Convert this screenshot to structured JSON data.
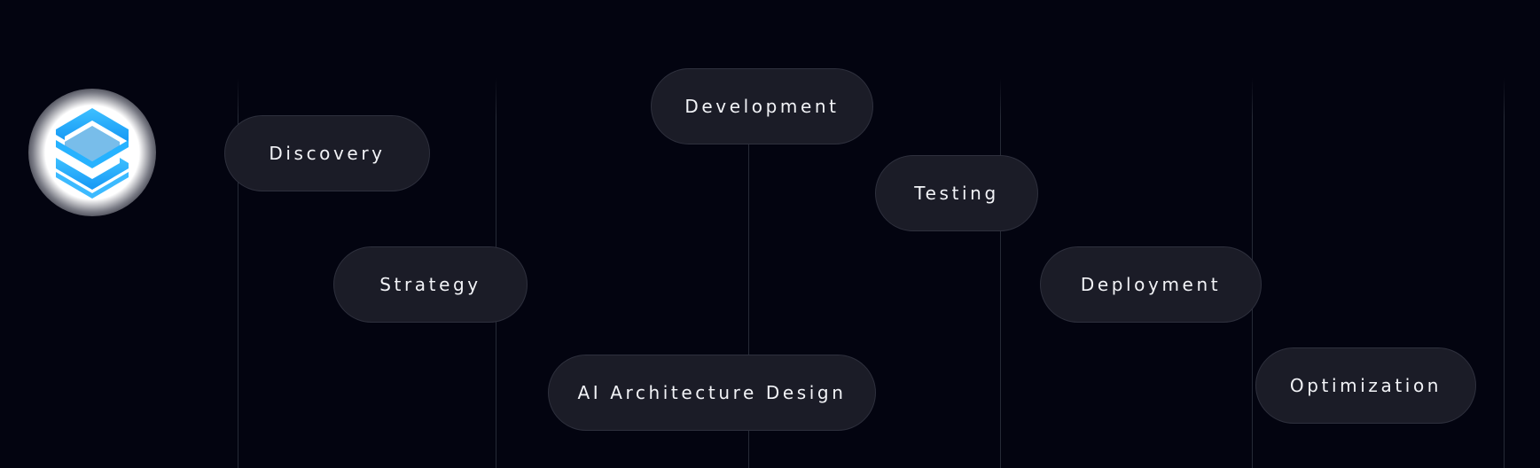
{
  "diagram": {
    "logo": {
      "icon": "layered-s-logo-icon",
      "accent_color": "#1aaeff"
    },
    "stages": [
      {
        "label": "Discovery"
      },
      {
        "label": "Strategy"
      },
      {
        "label": "AI Architecture Design"
      },
      {
        "label": "Development"
      },
      {
        "label": "Testing"
      },
      {
        "label": "Deployment"
      },
      {
        "label": "Optimization"
      }
    ]
  }
}
